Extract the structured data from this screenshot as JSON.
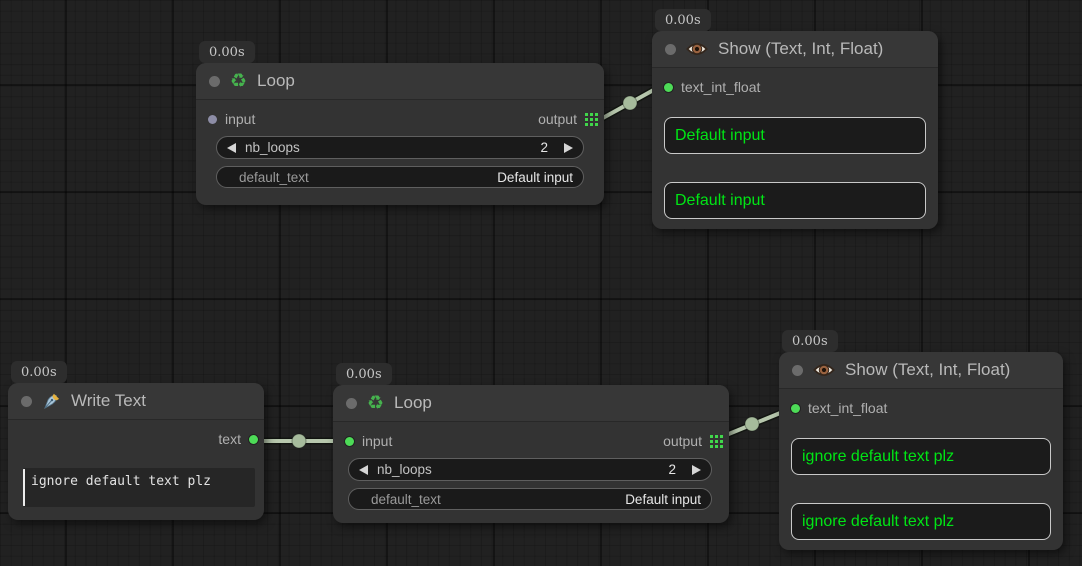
{
  "colors": {
    "canvas_bg": "#212121",
    "node_body": "#333333",
    "node_title": "#373737",
    "widget_bg": "#1a1a1a",
    "wire": "#b7c7ad",
    "wire_dot": "#a6bb9c",
    "slot_connected": "#4ddb57",
    "slot_unconnected": "#8d8da6",
    "value_green": "#00e515"
  },
  "icons": {
    "recycle_glyph": "♻",
    "loop_icon": "recycle-icon",
    "show_icon": "eye-icon",
    "write_icon": "pen-icon",
    "output_slot_icon": "grid-icon"
  },
  "nodes": [
    {
      "badge": "0.00s",
      "title": "Loop",
      "slots": {
        "input": "input",
        "output": "output"
      },
      "widgets": [
        {
          "label": "nb_loops",
          "value": "2"
        },
        {
          "label": "default_text",
          "value": "Default input"
        }
      ]
    },
    {
      "badge": "0.00s",
      "title": "Show (Text, Int, Float)",
      "slots": {
        "input": "text_int_float"
      },
      "boxes": [
        "Default input",
        "Default input"
      ]
    },
    {
      "badge": "0.00s",
      "title": "Write Text",
      "slots": {
        "output": "text"
      },
      "textarea": "ignore default text plz"
    },
    {
      "badge": "0.00s",
      "title": "Loop",
      "slots": {
        "input": "input",
        "output": "output"
      },
      "widgets": [
        {
          "label": "nb_loops",
          "value": "2"
        },
        {
          "label": "default_text",
          "value": "Default input"
        }
      ]
    },
    {
      "badge": "0.00s",
      "title": "Show (Text, Int, Float)",
      "slots": {
        "input": "text_int_float"
      },
      "boxes": [
        "ignore default text plz",
        "ignore default text plz"
      ]
    }
  ]
}
